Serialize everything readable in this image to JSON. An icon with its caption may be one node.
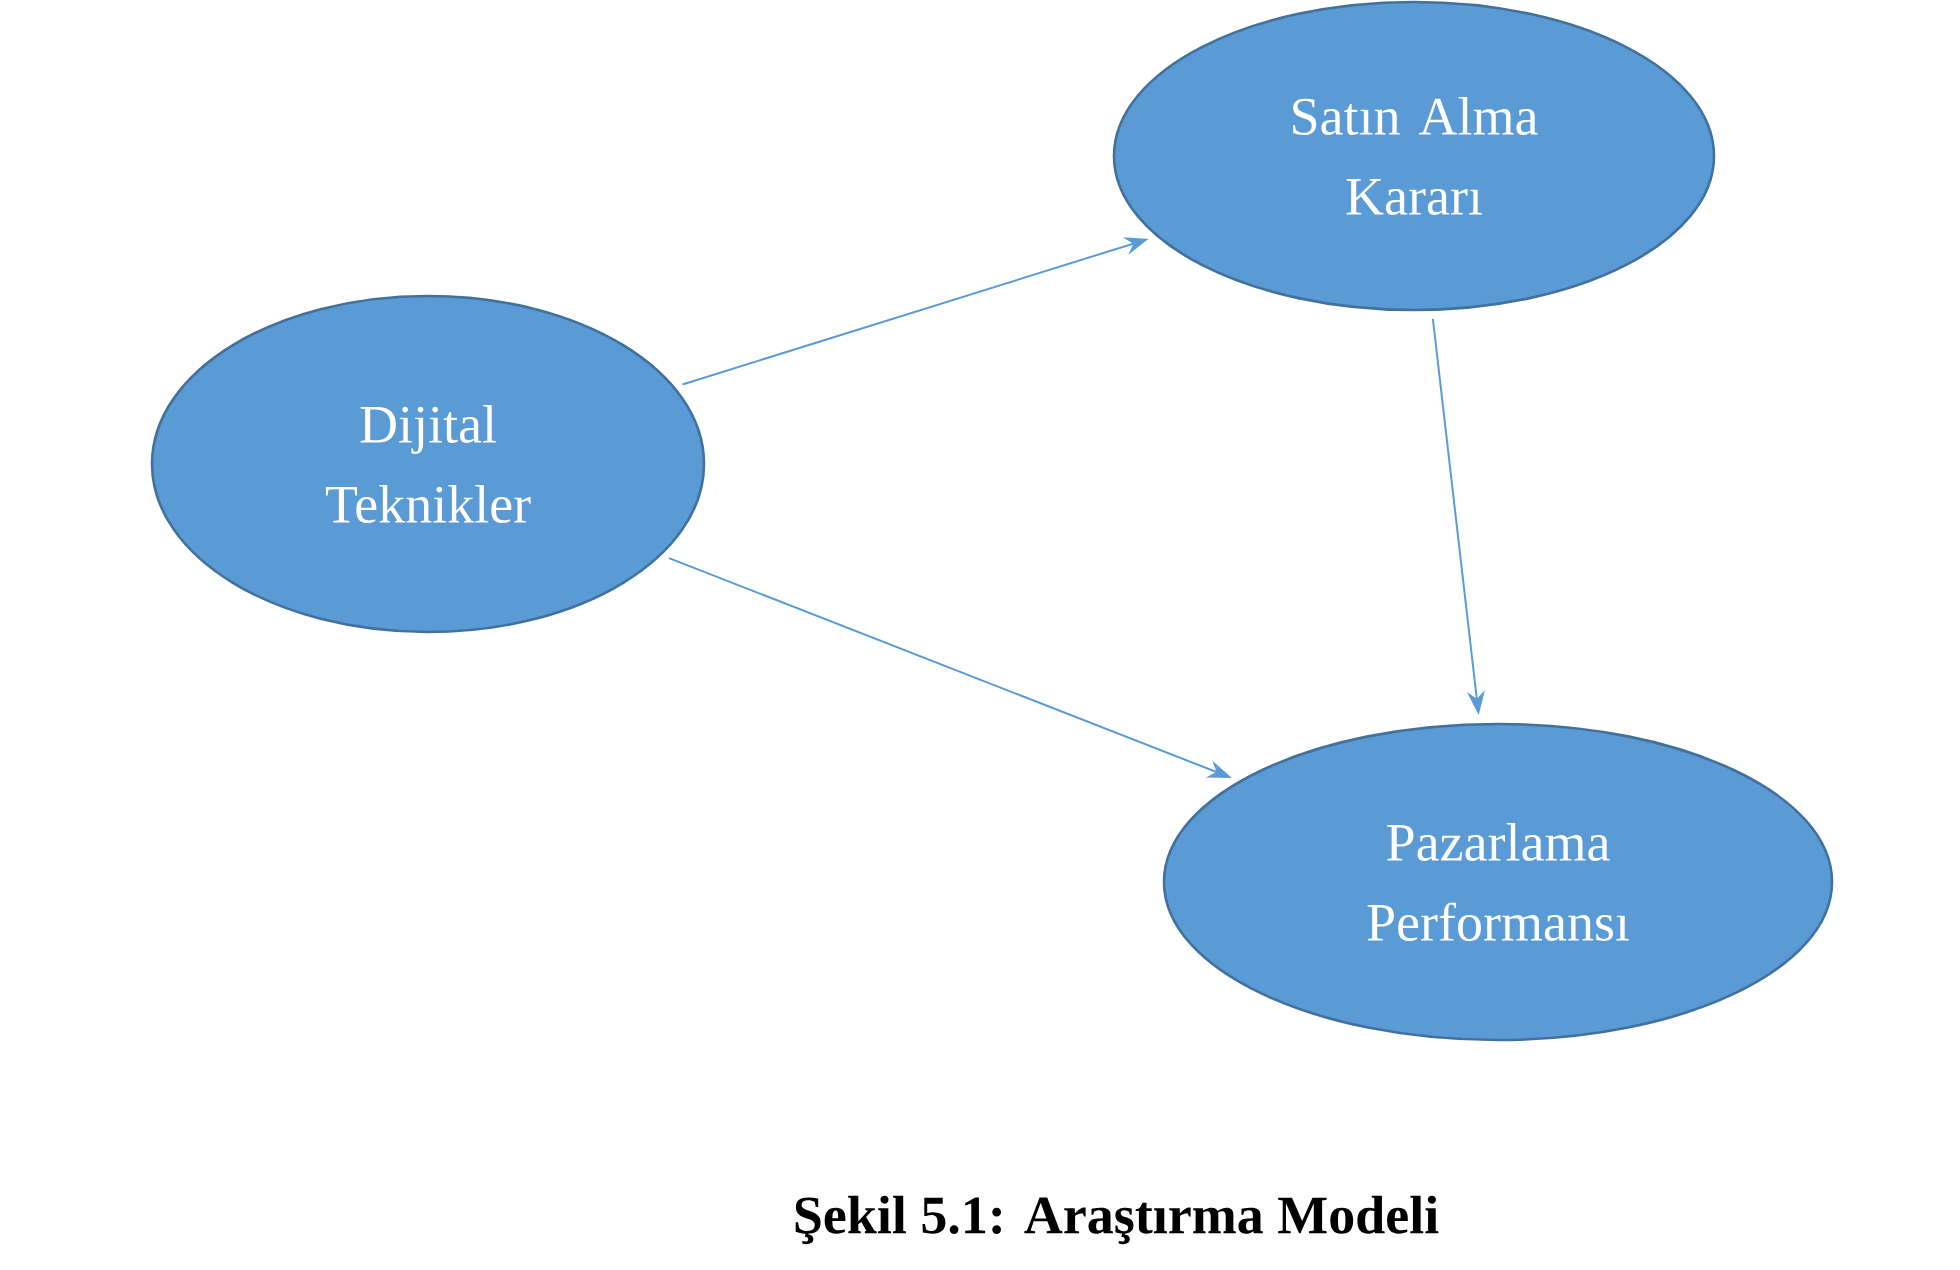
{
  "diagram": {
    "caption": "Şekil 5.1: Araştırma Modeli",
    "nodes": [
      {
        "text": [
          "Dijital Teknikler"
        ]
      },
      {
        "text": [
          "Satın Alma Kararı"
        ]
      },
      {
        "text": [
          "Pazarlama Performansı"
        ]
      }
    ],
    "edges": [
      {
        "from": 0,
        "to": 1,
        "arrow": "to"
      },
      {
        "from": 1,
        "to": 2,
        "arrow": "to"
      },
      {
        "from": 0,
        "to": 2,
        "arrow": "to"
      }
    ]
  }
}
